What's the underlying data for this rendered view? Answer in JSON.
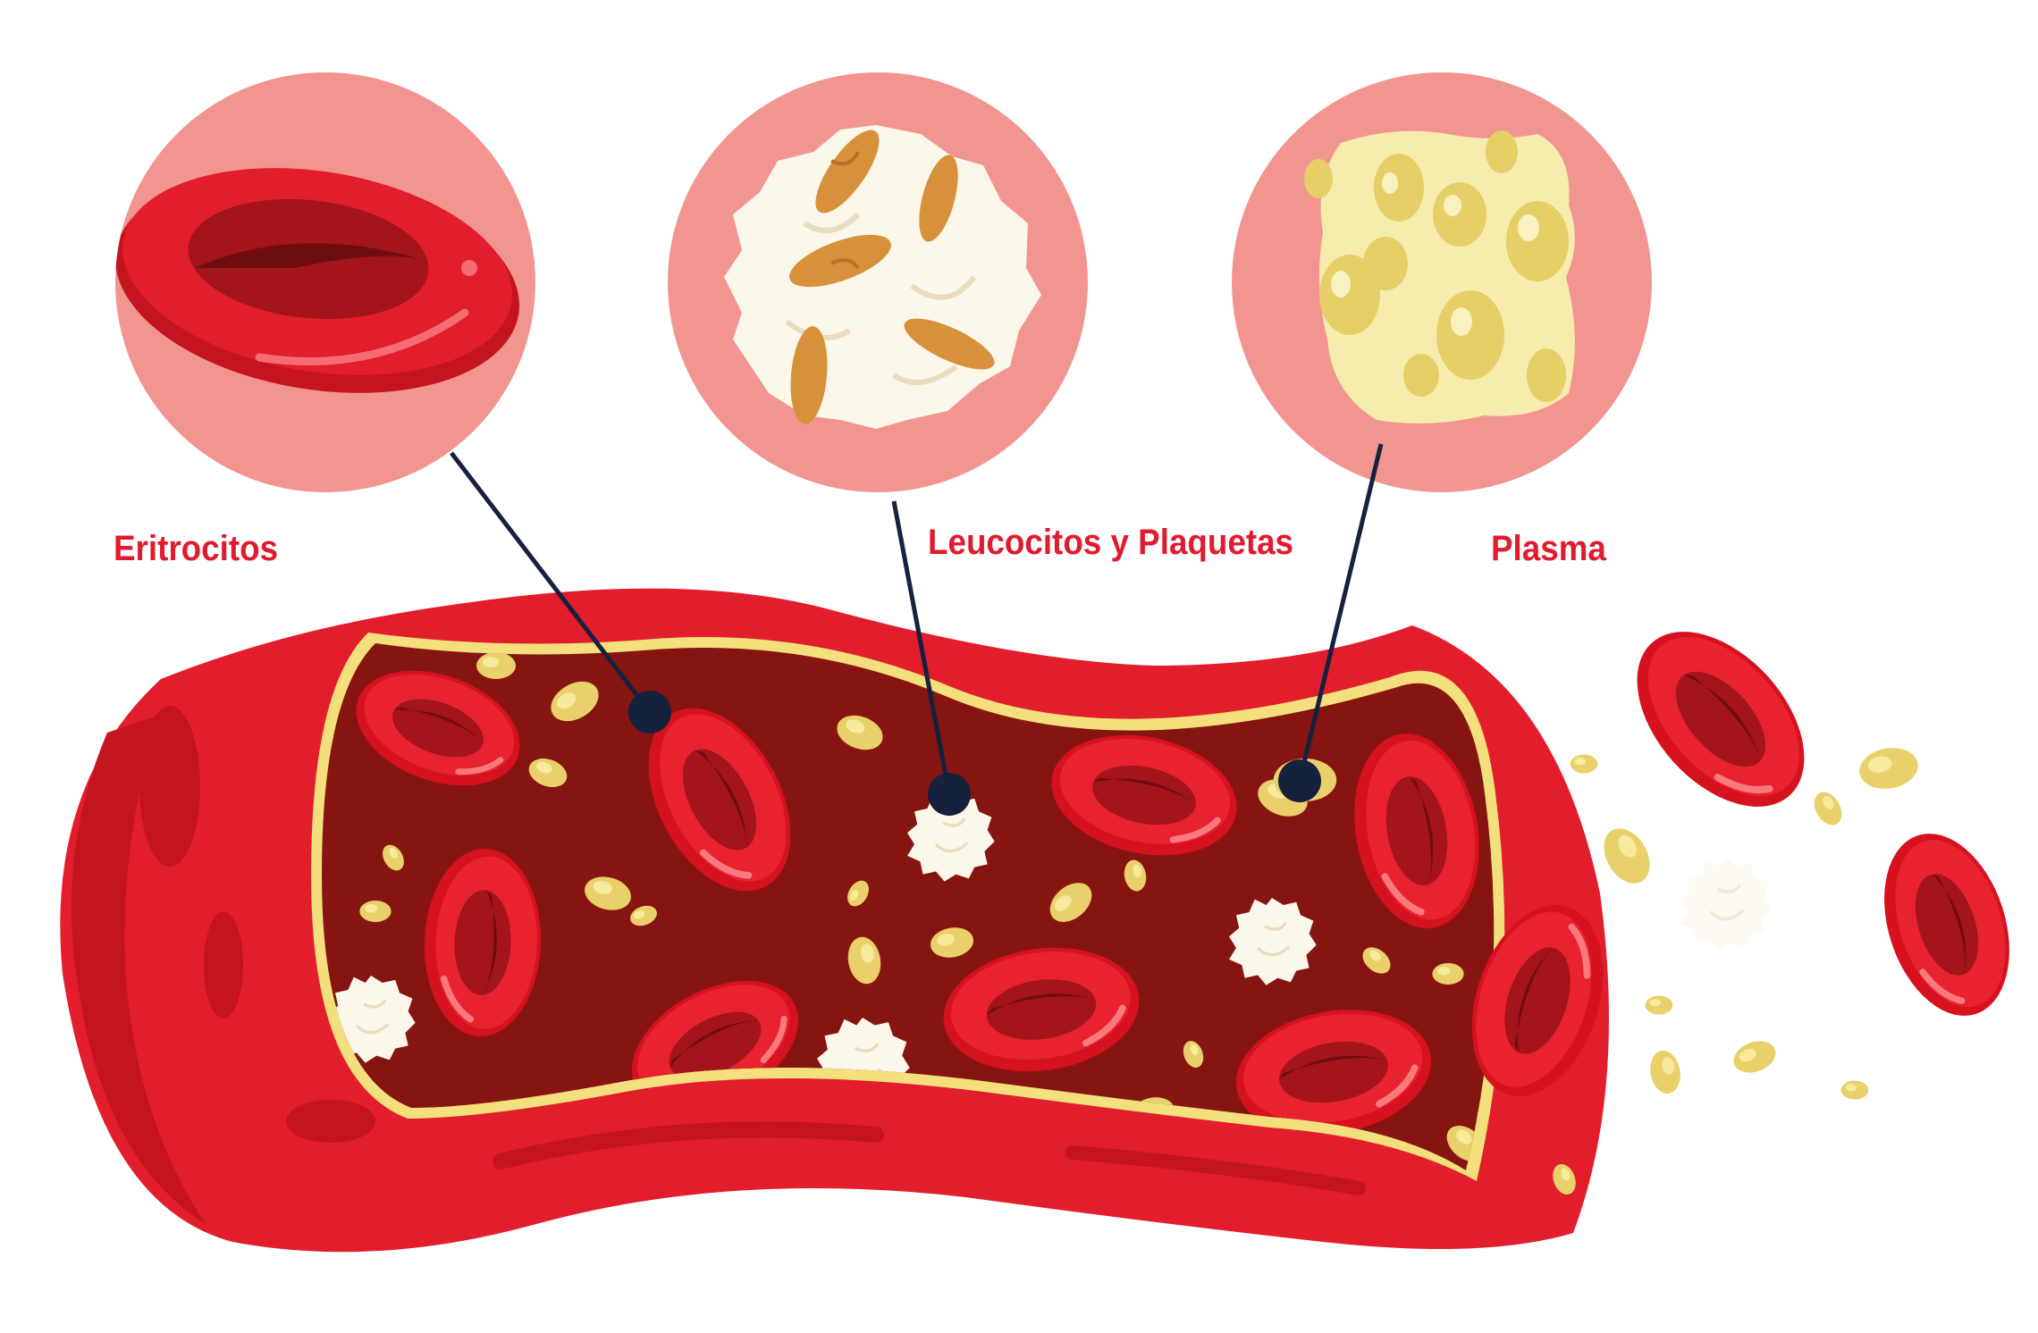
{
  "labels": {
    "erythrocytes": "Eritrocitos",
    "leukocytes_platelets": "Leucocitos y Plaquetas",
    "plasma": "Plasma"
  },
  "colors": {
    "label_text": "#e01b2f",
    "vessel_red": "#e21d2c",
    "vessel_dark": "#c4141f",
    "lumen": "#861512",
    "membrane": "#f3df7c",
    "rbc": "#e21d2c",
    "rbc_center": "#9a1218",
    "platelet": "#e9d06a",
    "wbc": "#fbf7ea",
    "circle_bg": "#f29590",
    "pointer": "#15213d",
    "granule": "#d8913b"
  },
  "icons": {
    "erythrocyte": "red-blood-cell-icon",
    "leukocyte": "white-blood-cell-icon",
    "plasma": "plasma-blob-icon"
  }
}
